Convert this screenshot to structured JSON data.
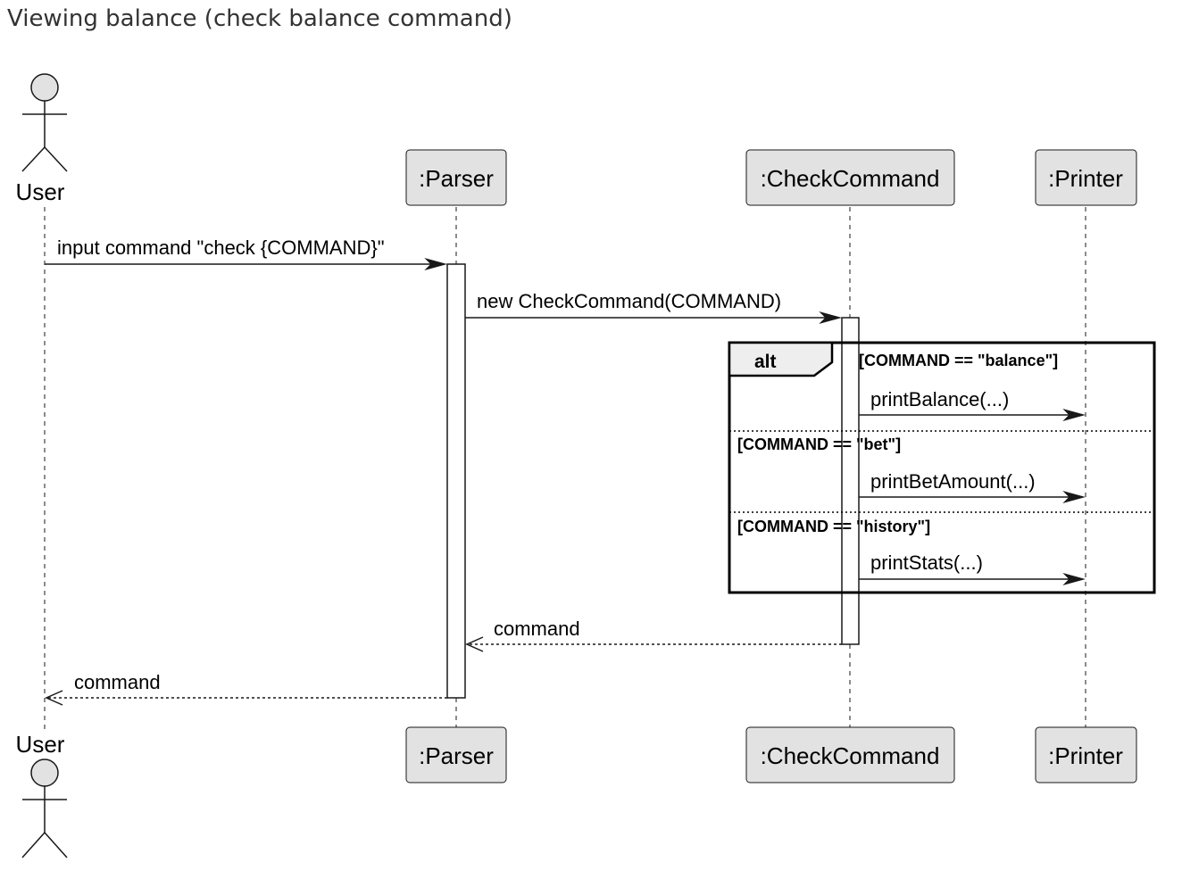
{
  "title": "Viewing balance (check balance command)",
  "participants": [
    {
      "id": "user",
      "label": "User",
      "kind": "actor"
    },
    {
      "id": "parser",
      "label": ":Parser",
      "kind": "participant"
    },
    {
      "id": "checkcommand",
      "label": ":CheckCommand",
      "kind": "participant"
    },
    {
      "id": "printer",
      "label": ":Printer",
      "kind": "participant"
    }
  ],
  "messages": [
    {
      "from": "user",
      "to": "parser",
      "label": "input command \"check {COMMAND}\"",
      "style": "sync"
    },
    {
      "from": "parser",
      "to": "checkcommand",
      "label": "new CheckCommand(COMMAND)",
      "style": "sync"
    },
    {
      "from": "checkcommand",
      "to": "printer",
      "label": "printBalance(...)",
      "style": "sync"
    },
    {
      "from": "checkcommand",
      "to": "printer",
      "label": "printBetAmount(...)",
      "style": "sync"
    },
    {
      "from": "checkcommand",
      "to": "printer",
      "label": "printStats(...)",
      "style": "sync"
    },
    {
      "from": "checkcommand",
      "to": "parser",
      "label": "command",
      "style": "return"
    },
    {
      "from": "parser",
      "to": "user",
      "label": "command",
      "style": "return"
    }
  ],
  "fragment": {
    "operator": "alt",
    "guards": [
      "[COMMAND == \"balance\"]",
      "[COMMAND == \"bet\"]",
      "[COMMAND == \"history\"]"
    ]
  }
}
